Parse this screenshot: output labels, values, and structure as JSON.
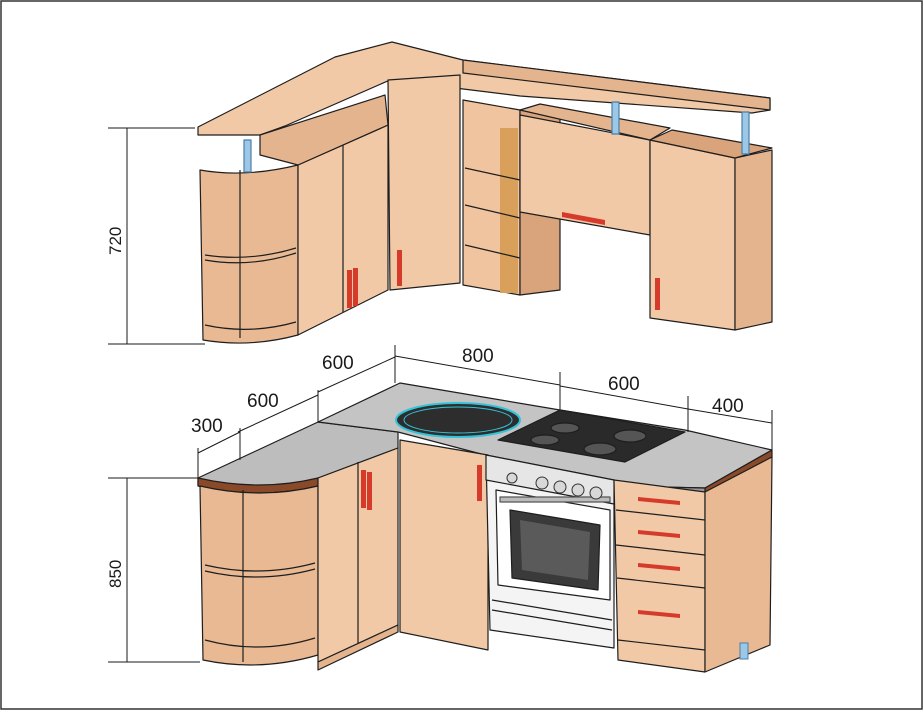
{
  "dimensions": {
    "upper_height": "720",
    "lower_height": "850",
    "corner_shelf": "300",
    "left_depth": "600",
    "left_run": "600",
    "center_run": "800",
    "stove_width": "600",
    "right_width": "400"
  },
  "colors": {
    "cabinet": "#f2c9a6",
    "cabinet_side": "#e4b48e",
    "cabinet_dark": "#d9a47c",
    "countertop": "#bdbdbd",
    "edge": "#8a4a2a",
    "handle": "#d63a2a",
    "outline": "#1e1e1e",
    "hob": "#2a2a2a",
    "burner_ring": "#33c3d8"
  }
}
